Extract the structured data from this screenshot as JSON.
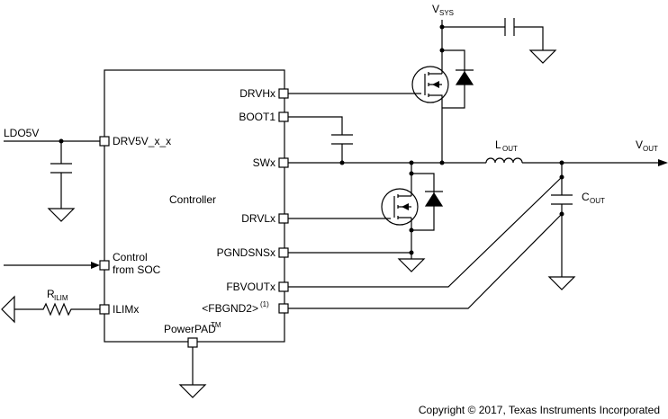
{
  "controller": {
    "label": "Controller"
  },
  "pins": {
    "drvhx": "DRVHx",
    "boot1": "BOOT1",
    "swx": "SWx",
    "drvlx": "DRVLx",
    "pgndsnsx": "PGNDSNSx",
    "fbvoutx": "FBVOUTx",
    "fbgnd2": "<FBGND2>",
    "fbgnd2_note": "(1)",
    "drv5v": "DRV5V_x_x",
    "control_1": "Control",
    "control_2": "from SOC",
    "ilimx": "ILIMx",
    "powerpad": "PowerPAD",
    "powerpad_tm": "TM"
  },
  "nets": {
    "ldo5v": "LDO5V",
    "vsys_main": "V",
    "vsys_sub": "SYS",
    "vout_main": "V",
    "vout_sub": "OUT",
    "lout_main": "L",
    "lout_sub": "OUT",
    "cout_main": "C",
    "cout_sub": "OUT",
    "rilim_main": "R",
    "rilim_sub": "ILIM"
  },
  "copyright": "Copyright © 2017, Texas Instruments Incorporated"
}
